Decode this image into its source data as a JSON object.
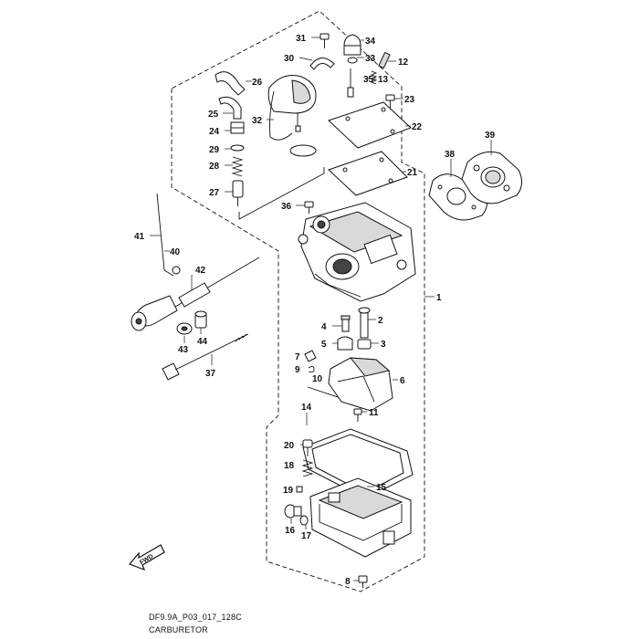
{
  "diagram": {
    "callouts": [
      {
        "id": "31",
        "label": "31"
      },
      {
        "id": "34",
        "label": "34"
      },
      {
        "id": "30",
        "label": "30"
      },
      {
        "id": "33",
        "label": "33"
      },
      {
        "id": "12",
        "label": "12"
      },
      {
        "id": "35",
        "label": "35"
      },
      {
        "id": "13",
        "label": "13"
      },
      {
        "id": "26",
        "label": "26"
      },
      {
        "id": "23",
        "label": "23"
      },
      {
        "id": "25",
        "label": "25"
      },
      {
        "id": "32",
        "label": "32"
      },
      {
        "id": "22",
        "label": "22"
      },
      {
        "id": "24",
        "label": "24"
      },
      {
        "id": "29",
        "label": "29"
      },
      {
        "id": "28",
        "label": "28"
      },
      {
        "id": "21",
        "label": "21"
      },
      {
        "id": "27",
        "label": "27"
      },
      {
        "id": "36",
        "label": "36"
      },
      {
        "id": "38",
        "label": "38"
      },
      {
        "id": "39",
        "label": "39"
      },
      {
        "id": "41",
        "label": "41"
      },
      {
        "id": "40",
        "label": "40"
      },
      {
        "id": "42",
        "label": "42"
      },
      {
        "id": "1",
        "label": "1"
      },
      {
        "id": "2",
        "label": "2"
      },
      {
        "id": "4",
        "label": "4"
      },
      {
        "id": "43",
        "label": "43"
      },
      {
        "id": "44",
        "label": "44"
      },
      {
        "id": "5",
        "label": "5"
      },
      {
        "id": "3",
        "label": "3"
      },
      {
        "id": "7",
        "label": "7"
      },
      {
        "id": "37",
        "label": "37"
      },
      {
        "id": "9",
        "label": "9"
      },
      {
        "id": "6",
        "label": "6"
      },
      {
        "id": "10",
        "label": "10"
      },
      {
        "id": "11",
        "label": "11"
      },
      {
        "id": "14",
        "label": "14"
      },
      {
        "id": "20",
        "label": "20"
      },
      {
        "id": "18",
        "label": "18"
      },
      {
        "id": "15",
        "label": "15"
      },
      {
        "id": "19",
        "label": "19"
      },
      {
        "id": "16",
        "label": "16"
      },
      {
        "id": "17",
        "label": "17"
      },
      {
        "id": "8",
        "label": "8"
      }
    ],
    "direction_marker": "FWD"
  },
  "footer": {
    "code": "DF9.9A_P03_017_128C",
    "title": "CARBURETOR"
  }
}
